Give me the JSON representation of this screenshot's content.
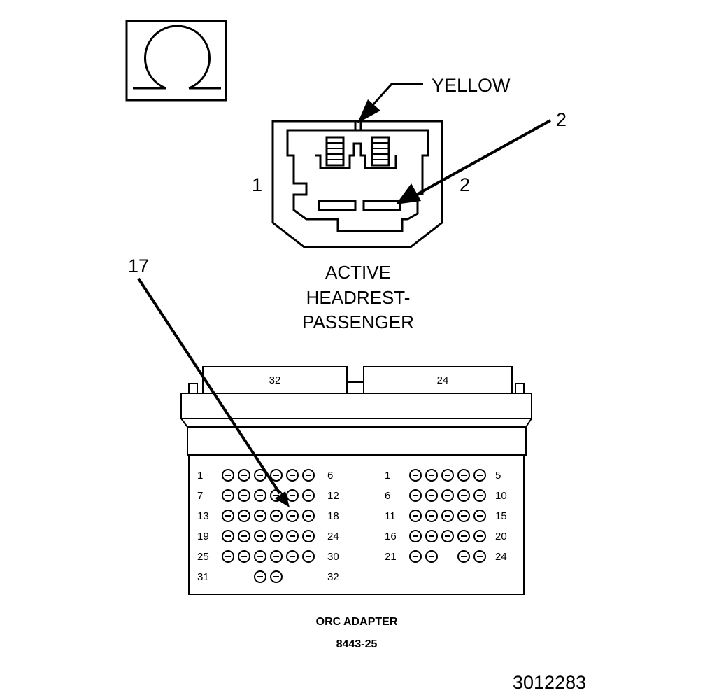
{
  "ohm_symbol": "Ω",
  "wire_color": "YELLOW",
  "callouts": {
    "pin_callout_top": "2",
    "adapter_callout": "17"
  },
  "headrest": {
    "pin_left": "1",
    "pin_right": "2",
    "caption_lines": [
      "ACTIVE",
      "HEADREST-",
      "PASSENGER"
    ]
  },
  "adapter": {
    "tab_left": "32",
    "tab_right": "24",
    "title": "ORC ADAPTER",
    "part_number": "8443-25",
    "left_block": {
      "rows": [
        {
          "start": "1",
          "end": "6",
          "holes": [
            0,
            1,
            2,
            3,
            4,
            5
          ]
        },
        {
          "start": "7",
          "end": "12",
          "holes": [
            0,
            1,
            2,
            3,
            4,
            5
          ]
        },
        {
          "start": "13",
          "end": "18",
          "holes": [
            0,
            1,
            2,
            3,
            4,
            5
          ]
        },
        {
          "start": "19",
          "end": "24",
          "holes": [
            0,
            1,
            2,
            3,
            4,
            5
          ]
        },
        {
          "start": "25",
          "end": "30",
          "holes": [
            0,
            1,
            2,
            3,
            4,
            5
          ]
        },
        {
          "start": "31",
          "end": "32",
          "holes": [
            2,
            3
          ]
        }
      ]
    },
    "right_block": {
      "rows": [
        {
          "start": "1",
          "end": "5",
          "holes": [
            0,
            1,
            2,
            3,
            4
          ]
        },
        {
          "start": "6",
          "end": "10",
          "holes": [
            0,
            1,
            2,
            3,
            4
          ]
        },
        {
          "start": "11",
          "end": "15",
          "holes": [
            0,
            1,
            2,
            3,
            4
          ]
        },
        {
          "start": "16",
          "end": "20",
          "holes": [
            0,
            1,
            2,
            3,
            4
          ]
        },
        {
          "start": "21",
          "end": "24",
          "holes": [
            0,
            1,
            3,
            4
          ]
        }
      ]
    }
  },
  "figure_number": "3012283"
}
